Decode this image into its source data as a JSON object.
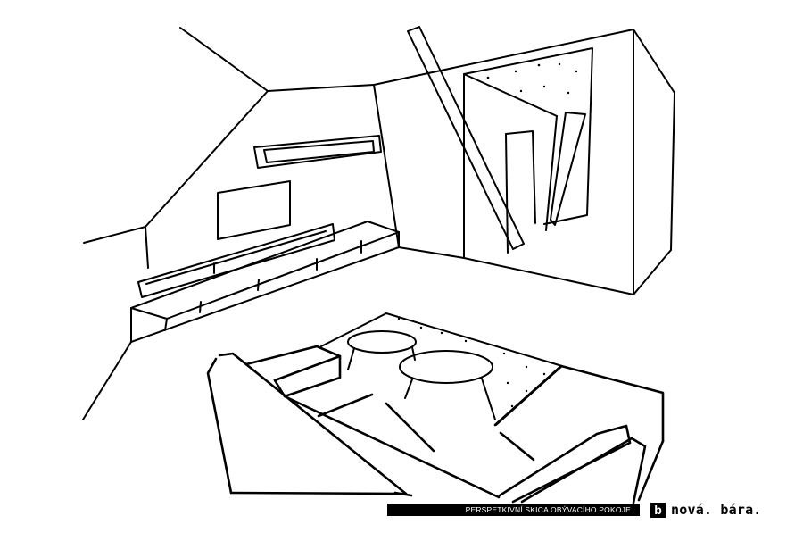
{
  "caption": {
    "text": "PERSPETKIVNÍ SKICA OBÝVACÍHO POKOJE"
  },
  "brand": {
    "mark": "b",
    "text": "nová. bára."
  },
  "colors": {
    "ink": "#000000",
    "paper": "#ffffff"
  }
}
